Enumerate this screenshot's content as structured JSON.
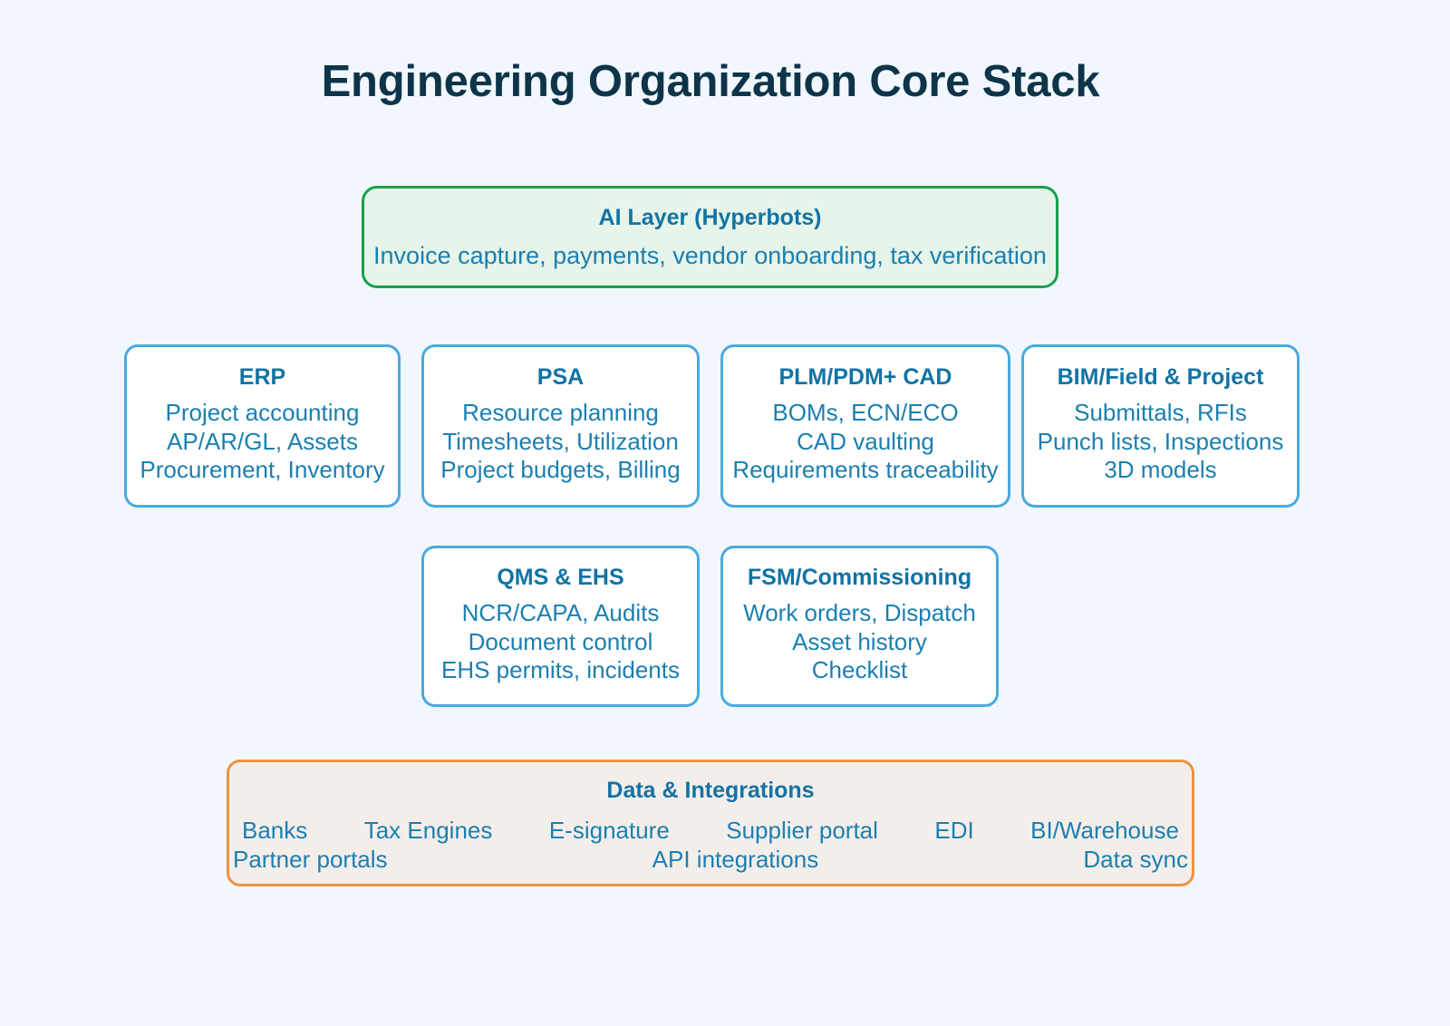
{
  "page": {
    "title": "Engineering Organization Core Stack",
    "background_color": "#f1f7fd",
    "title_color": "#0d3449"
  },
  "colors": {
    "module_border": "#49aade",
    "module_title": "#1273a4",
    "module_text": "#1b7fb0",
    "ai_border": "#17a04d",
    "ai_fill": "#e6f4e9",
    "data_border": "#ed9242",
    "data_fill": "#f4eeea"
  },
  "ai_layer": {
    "title": "AI Layer (Hyperbots)",
    "description": "Invoice capture, payments, vendor onboarding, tax verification"
  },
  "modules": {
    "row1": [
      {
        "title": "ERP",
        "lines": [
          "Project accounting",
          "AP/AR/GL, Assets",
          "Procurement, Inventory"
        ]
      },
      {
        "title": "PSA",
        "lines": [
          "Resource planning",
          "Timesheets, Utilization",
          "Project budgets, Billing"
        ]
      },
      {
        "title": "PLM/PDM+ CAD",
        "lines": [
          "BOMs, ECN/ECO",
          "CAD vaulting",
          "Requirements traceability"
        ]
      },
      {
        "title": "BIM/Field & Project",
        "lines": [
          "Submittals, RFIs",
          "Punch lists, Inspections",
          "3D models"
        ]
      }
    ],
    "row2": [
      {
        "title": "QMS & EHS",
        "lines": [
          "NCR/CAPA, Audits",
          "Document control",
          "EHS permits, incidents"
        ]
      },
      {
        "title": "FSM/Commissioning",
        "lines": [
          "Work orders, Dispatch",
          "Asset history",
          "Checklist"
        ]
      }
    ]
  },
  "data_integrations": {
    "title": "Data & Integrations",
    "row1": [
      "Banks",
      "Tax Engines",
      "E-signature",
      "Supplier portal",
      "EDI",
      "BI/Warehouse"
    ],
    "row2": [
      "Partner portals",
      "API integrations",
      "Data sync"
    ]
  }
}
